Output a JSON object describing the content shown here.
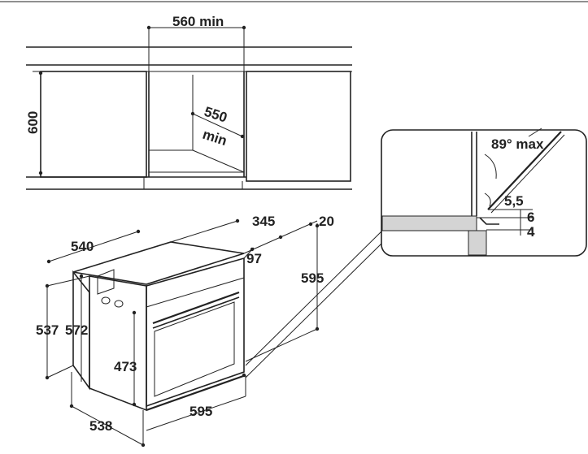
{
  "dimensions": {
    "cabinet_width_min": "560 min",
    "cabinet_height": "600",
    "cabinet_depth_min_value": "550",
    "cabinet_depth_min_suffix": "min",
    "oven_depth_total": "540",
    "oven_depth_top": "345",
    "oven_offset_20": "20",
    "oven_offset_97": "97",
    "oven_height_right": "595",
    "oven_height_left": "537",
    "oven_body_height": "572",
    "oven_door_height": "473",
    "oven_width": "595",
    "oven_side_depth": "538"
  },
  "detail": {
    "door_angle": "89° max",
    "gap_5_5": "5,5",
    "gap_6": "6",
    "gap_4": "4"
  },
  "colors": {
    "line": "#222222",
    "wall_fill": "#d4d4d4",
    "background": "#ffffff"
  }
}
